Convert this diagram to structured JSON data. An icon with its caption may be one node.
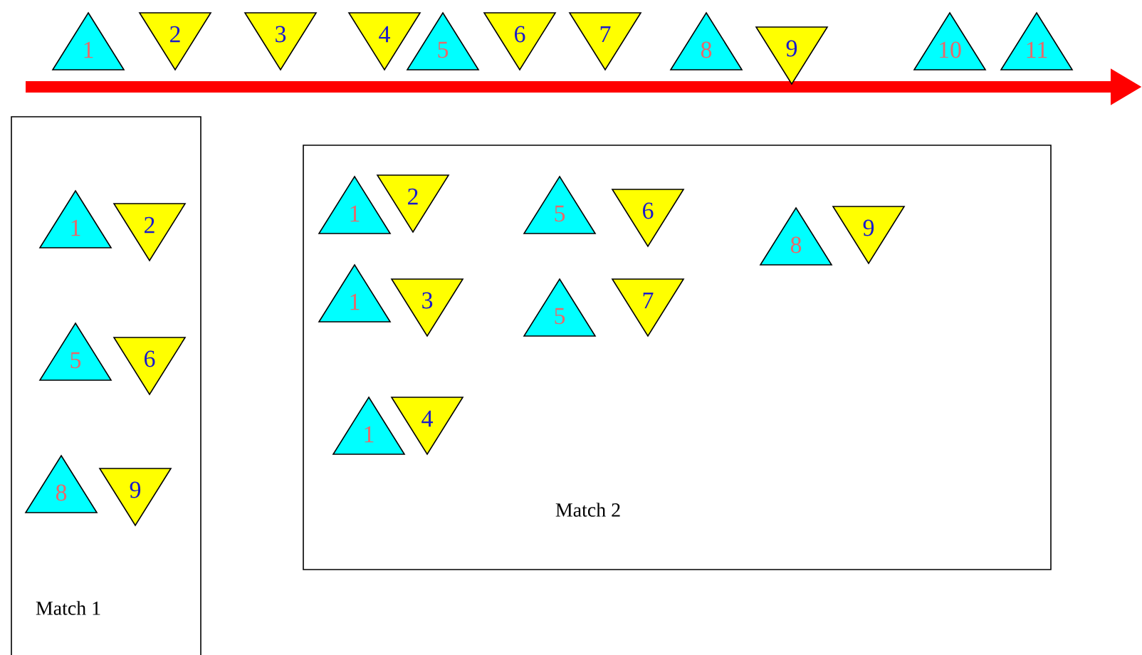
{
  "diagram": {
    "nodes": [
      {
        "text": [
          "1"
        ]
      },
      {
        "text": [
          "2"
        ]
      },
      {
        "text": [
          "3"
        ]
      },
      {
        "text": [
          "4"
        ]
      },
      {
        "text": [
          "5"
        ]
      },
      {
        "text": [
          "6"
        ]
      },
      {
        "text": [
          "7"
        ]
      },
      {
        "text": [
          "8"
        ]
      },
      {
        "text": [
          "9"
        ]
      },
      {
        "text": [
          "10"
        ]
      },
      {
        "text": [
          "11"
        ]
      },
      {
        "text": [
          "Match 1"
        ]
      },
      {
        "text": [
          "1"
        ],
        "in": 11
      },
      {
        "text": [
          "2"
        ],
        "in": 11
      },
      {
        "text": [
          "5"
        ],
        "in": 11
      },
      {
        "text": [
          "6"
        ],
        "in": 11
      },
      {
        "text": [
          "8"
        ],
        "in": 11
      },
      {
        "text": [
          "9"
        ],
        "in": 11
      },
      {
        "text": [
          "Match 2"
        ]
      },
      {
        "text": [
          "1"
        ],
        "in": 18
      },
      {
        "text": [
          "2"
        ],
        "in": 18
      },
      {
        "text": [
          "5"
        ],
        "in": 18
      },
      {
        "text": [
          "6"
        ],
        "in": 18
      },
      {
        "text": [
          "8"
        ],
        "in": 18
      },
      {
        "text": [
          "9"
        ],
        "in": 18
      },
      {
        "text": [
          "1"
        ],
        "in": 18
      },
      {
        "text": [
          "3"
        ],
        "in": 18
      },
      {
        "text": [
          "5"
        ],
        "in": 18
      },
      {
        "text": [
          "7"
        ],
        "in": 18
      },
      {
        "text": [
          "1"
        ],
        "in": 18
      },
      {
        "text": [
          "4"
        ],
        "in": 18
      }
    ]
  }
}
